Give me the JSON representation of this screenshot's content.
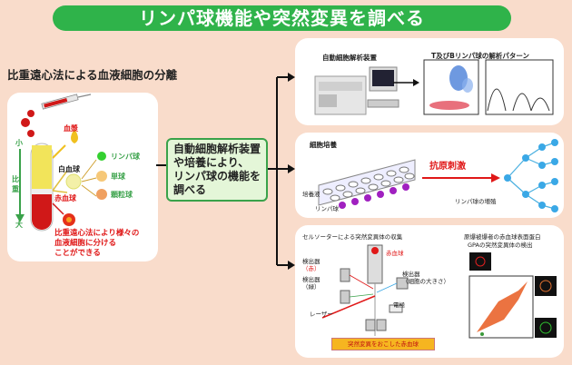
{
  "title": "リンパ球機能や突然変異を調べる",
  "left": {
    "heading": "比重遠心法による血液細胞の分離",
    "labels": {
      "plasma": "血漿",
      "wbc": "白血球",
      "rbc": "赤血球",
      "lymph": "リンパ球",
      "mono": "単球",
      "gran": "顆粒球",
      "light": "小",
      "gravity_1": "比",
      "gravity_2": "重",
      "heavy": "大"
    },
    "caption": [
      "比重遠心法により様々の",
      "血液細胞に分ける",
      "ことができる"
    ]
  },
  "center": {
    "lines": [
      "自動細胞解析装置",
      "や培養により、",
      "リンパ球の機能を",
      "調べる"
    ]
  },
  "top": {
    "device": "自動細胞解析装置",
    "pattern": "T及びBリンパ球の解析パターン"
  },
  "middle": {
    "title": "細胞培養",
    "plate": "培養液",
    "cell": "リンパ球",
    "stim": "抗原刺激",
    "prolif": "リンパ球の増殖"
  },
  "bottom": {
    "sorter": "セルソーターによる突然変異体の収集",
    "detA_1": "検出器",
    "detA_2": "（赤）",
    "detB_1": "検出器",
    "detB_2": "（緑）",
    "detC_1": "検出器",
    "detC_2": "（細胞の大きさ）",
    "rbc": "赤血球",
    "laser": "レーザー",
    "electrode": "電極",
    "mutant": "突然変異をおこした赤血球",
    "gpa_1": "原爆被爆者の赤血球表面蛋白",
    "gpa_2": "GPAの突然変異体の検出"
  }
}
